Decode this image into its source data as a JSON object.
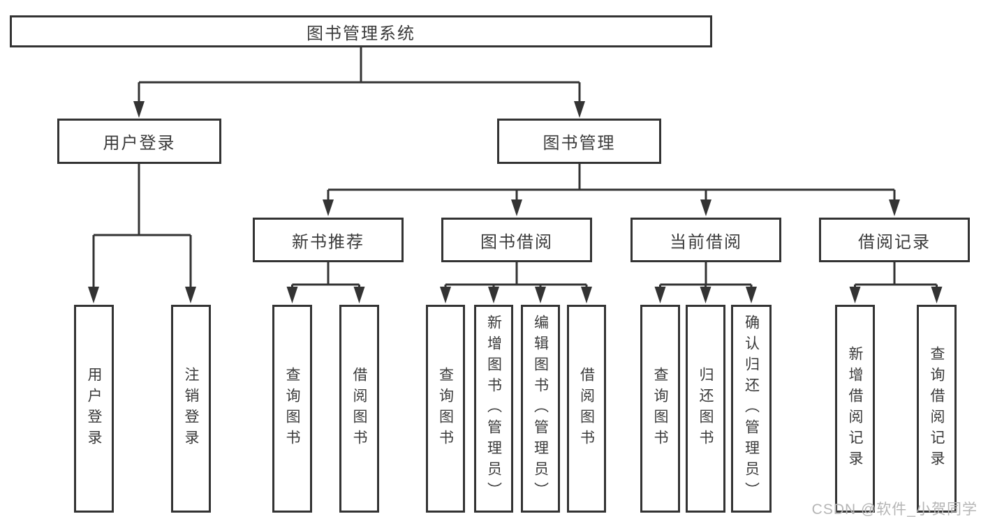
{
  "colors": {
    "line": "#333333",
    "text": "#3a3a3a",
    "background": "#ffffff",
    "watermark_text_color": "#b5b5b5"
  },
  "diagram": {
    "root": {
      "label": "图书管理系统"
    },
    "level2": [
      {
        "label": "用户登录",
        "children": [
          "用户登录",
          "注销登录"
        ]
      },
      {
        "label": "图书管理"
      }
    ],
    "level3": [
      {
        "label": "新书推荐",
        "children": [
          "查询图书",
          "借阅图书"
        ]
      },
      {
        "label": "图书借阅",
        "children": [
          "查询图书",
          "新增图书（管理员）",
          "编辑图书（管理员）",
          "借阅图书"
        ]
      },
      {
        "label": "当前借阅",
        "children": [
          "查询图书",
          "归还图书",
          "确认归还（管理员）"
        ]
      },
      {
        "label": "借阅记录",
        "children": [
          "新增借阅记录",
          "查询借阅记录"
        ]
      }
    ]
  },
  "watermark": {
    "text": "CSDN @软件_小贺同学"
  }
}
